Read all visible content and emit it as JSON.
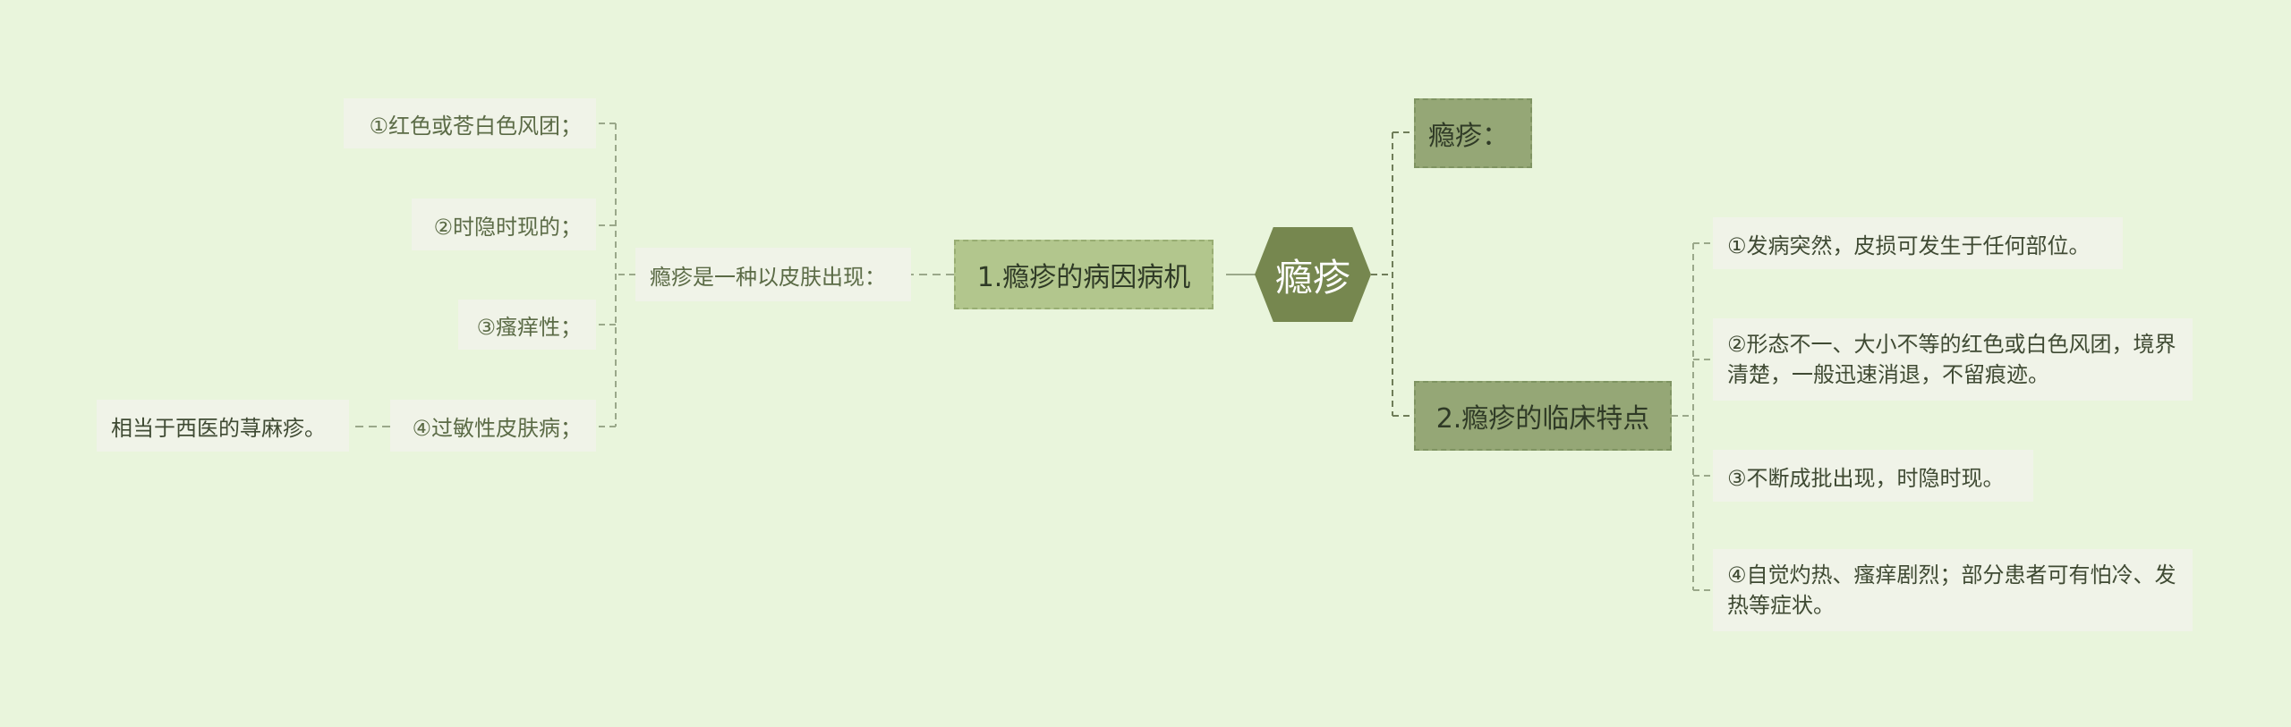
{
  "center": {
    "label": "瘾疹"
  },
  "left_branch": {
    "label": "1.瘾疹的病因病机",
    "sub": {
      "label": "瘾疹是一种以皮肤出现：",
      "items": [
        {
          "label": "①红色或苍白色风团；"
        },
        {
          "label": "②时隐时现的；"
        },
        {
          "label": "③瘙痒性；"
        },
        {
          "label": "④过敏性皮肤病；",
          "note": "相当于西医的荨麻疹。"
        }
      ]
    }
  },
  "right_branches": {
    "top": {
      "label": "瘾疹："
    },
    "clinical": {
      "label": "2.瘾疹的临床特点",
      "items": [
        {
          "label": "①发病突然，皮损可发生于任何部位。"
        },
        {
          "label": "②形态不一、大小不等的红色或白色风团，境界清楚，一般迅速消退，不留痕迹。"
        },
        {
          "label": "③不断成批出现，时隐时现。"
        },
        {
          "label": "④自觉灼热、瘙痒剧烈；部分患者可有怕冷、发热等症状。"
        }
      ]
    }
  },
  "colors": {
    "background": "#e9f5dc",
    "center": "#76874f",
    "branch": "#b2c68d",
    "branch_dark": "#95a776",
    "leaf": "#f0f3e8",
    "connector": "#9aa88a"
  }
}
